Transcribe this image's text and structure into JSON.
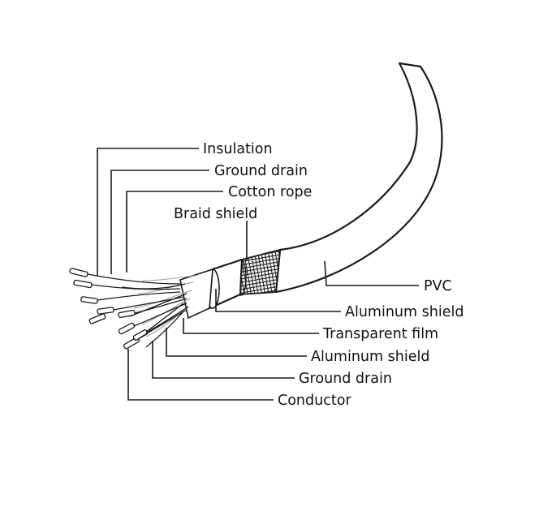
{
  "labels": {
    "insulation": "Insulation",
    "ground_drain_top": "Ground drain",
    "cotton_rope": "Cotton rope",
    "braid_shield": "Braid shield",
    "pvc": "PVC",
    "aluminum_shield_outer": "Aluminum shield",
    "transparent_film": "Transparent film",
    "aluminum_shield_inner": "Aluminum shield",
    "ground_drain_bottom": "Ground drain",
    "conductor": "Conductor"
  },
  "colors": {
    "line": "#1a1a1a",
    "background": "#ffffff"
  }
}
